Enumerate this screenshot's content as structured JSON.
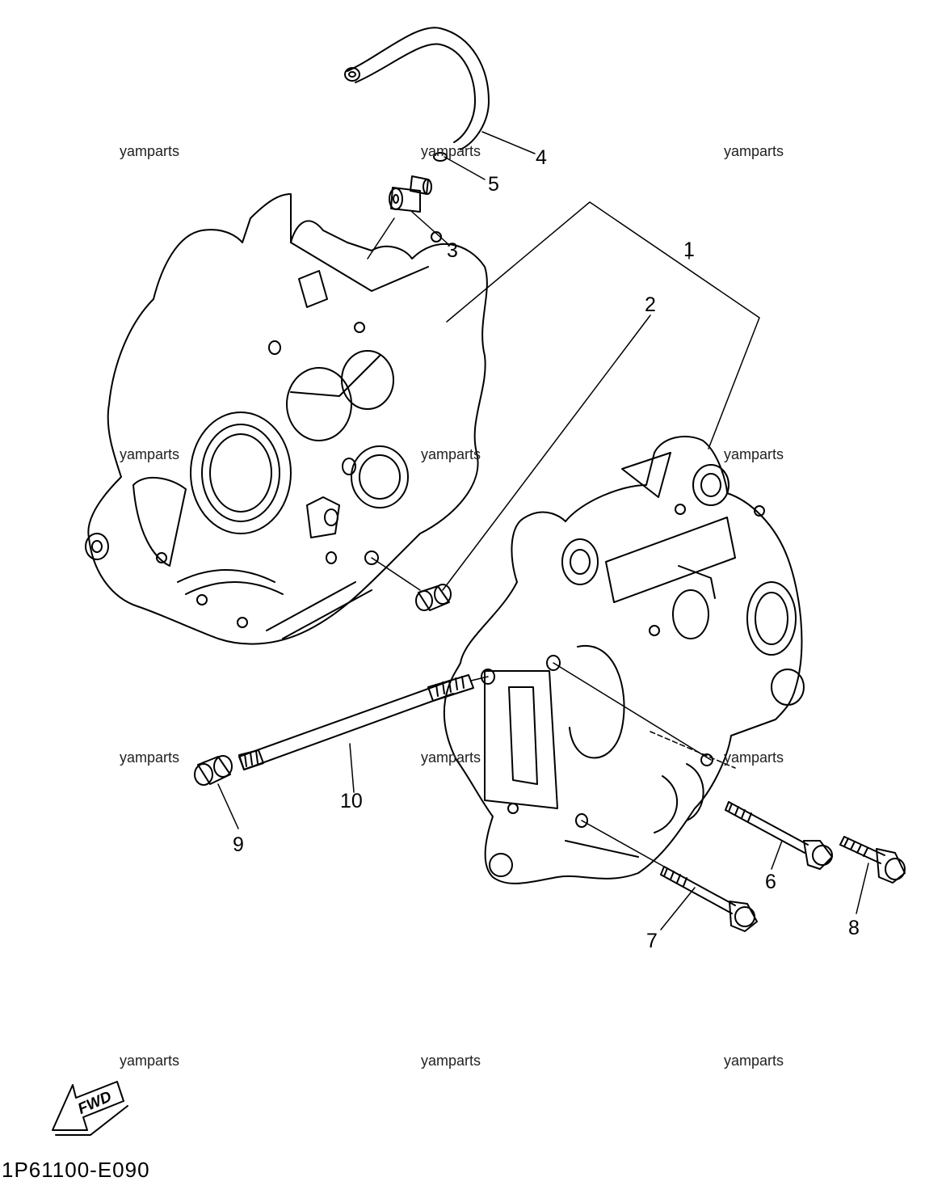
{
  "watermark": "yamparts",
  "callouts": [
    "1",
    "2",
    "3",
    "4",
    "5",
    "6",
    "7",
    "8",
    "9",
    "10"
  ],
  "fwd_label": "FWD",
  "part_code": "1P61100-E090",
  "colors": {
    "line": "#000000",
    "background": "#ffffff",
    "watermark": "#222222"
  }
}
